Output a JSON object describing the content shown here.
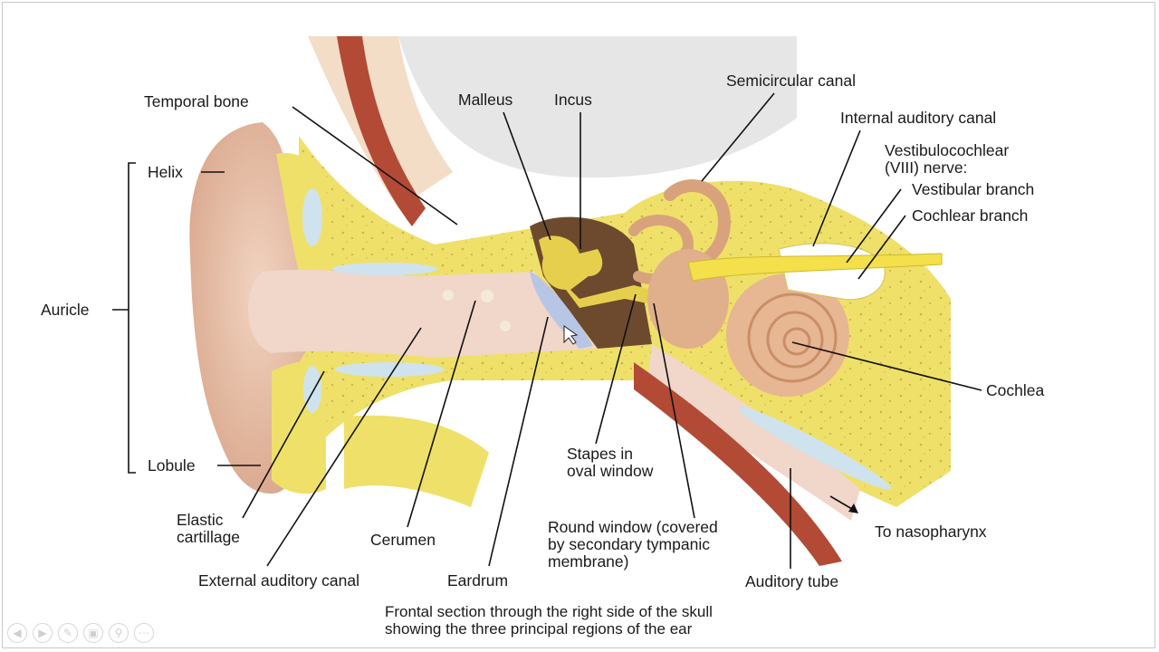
{
  "labels": {
    "temporal_bone": "Temporal bone",
    "malleus": "Malleus",
    "incus": "Incus",
    "semicircular_canal": "Semicircular canal",
    "internal_auditory_canal": "Internal auditory canal",
    "nerve_line1": "Vestibulocochlear",
    "nerve_line2": "(VIII) nerve:",
    "vestibular_branch": "Vestibular branch",
    "cochlear_branch": "Cochlear branch",
    "helix": "Helix",
    "auricle": "Auricle",
    "lobule": "Lobule",
    "cochlea": "Cochlea",
    "stapes_line1": "Stapes in",
    "stapes_line2": "oval window",
    "elastic_line1": "Elastic",
    "elastic_line2": "cartillage",
    "cerumen": "Cerumen",
    "round_line1": "Round window (covered",
    "round_line2": "by secondary tympanic",
    "round_line3": "membrane)",
    "to_nasopharynx": "To nasopharynx",
    "external_auditory_canal": "External auditory canal",
    "eardrum": "Eardrum",
    "auditory_tube": "Auditory tube"
  },
  "caption": {
    "line1": "Frontal section through the right side of the skull",
    "line2": "showing the three principal regions of the ear"
  },
  "icons": [
    "prev-icon",
    "next-icon",
    "pen-icon",
    "save-icon",
    "zoom-icon",
    "more-icon"
  ],
  "colors": {
    "bone": "#efe06a",
    "skin": "#e9c2ab",
    "canal": "#f1d6ca",
    "cartilage": "#cfe3ee",
    "muscle": "#b24a35",
    "nerve": "#f3e04a",
    "ossicle": "#e7cf4e",
    "line": "#111111"
  }
}
